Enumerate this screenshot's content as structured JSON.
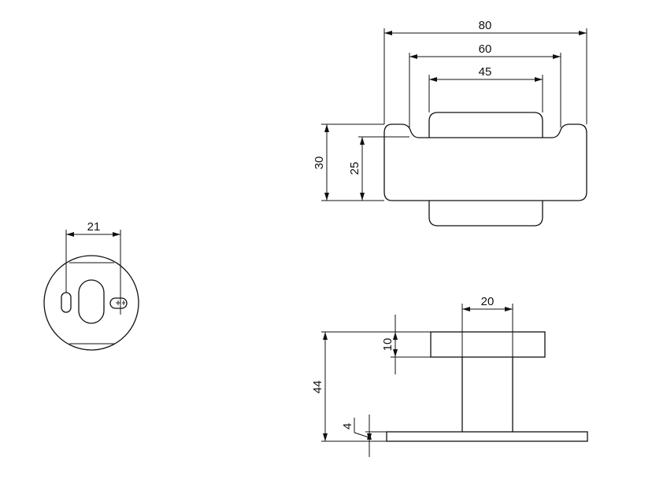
{
  "drawing": {
    "colors": {
      "line": "#111111",
      "background": "#ffffff"
    },
    "top_view": {
      "dims": {
        "overall_width": "80",
        "mid_width": "60",
        "inner_width": "45",
        "overall_height": "30",
        "body_height": "25"
      }
    },
    "round_view": {
      "dims": {
        "hole_spacing": "21"
      }
    },
    "side_view": {
      "dims": {
        "post_diameter": "20",
        "top_thickness": "10",
        "total_height": "44",
        "base_thickness": "4"
      }
    }
  }
}
